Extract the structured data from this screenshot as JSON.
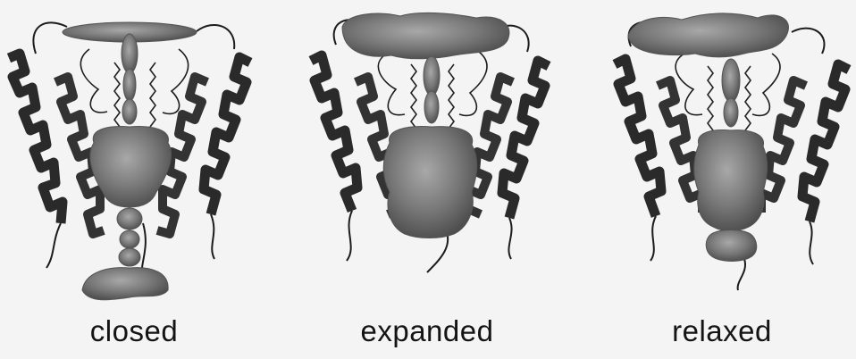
{
  "colors": {
    "background": "#f4f4f4",
    "helix": "#2a2a2a",
    "helix_highlight": "#555555",
    "pore_surface": "#707070",
    "pore_highlight": "#9a9a9a",
    "loop": "#1c1c1c",
    "ligand": "#222222"
  },
  "panels": [
    {
      "id": "closed",
      "caption": "closed"
    },
    {
      "id": "expanded",
      "caption": "expanded"
    },
    {
      "id": "relaxed",
      "caption": "relaxed"
    }
  ]
}
